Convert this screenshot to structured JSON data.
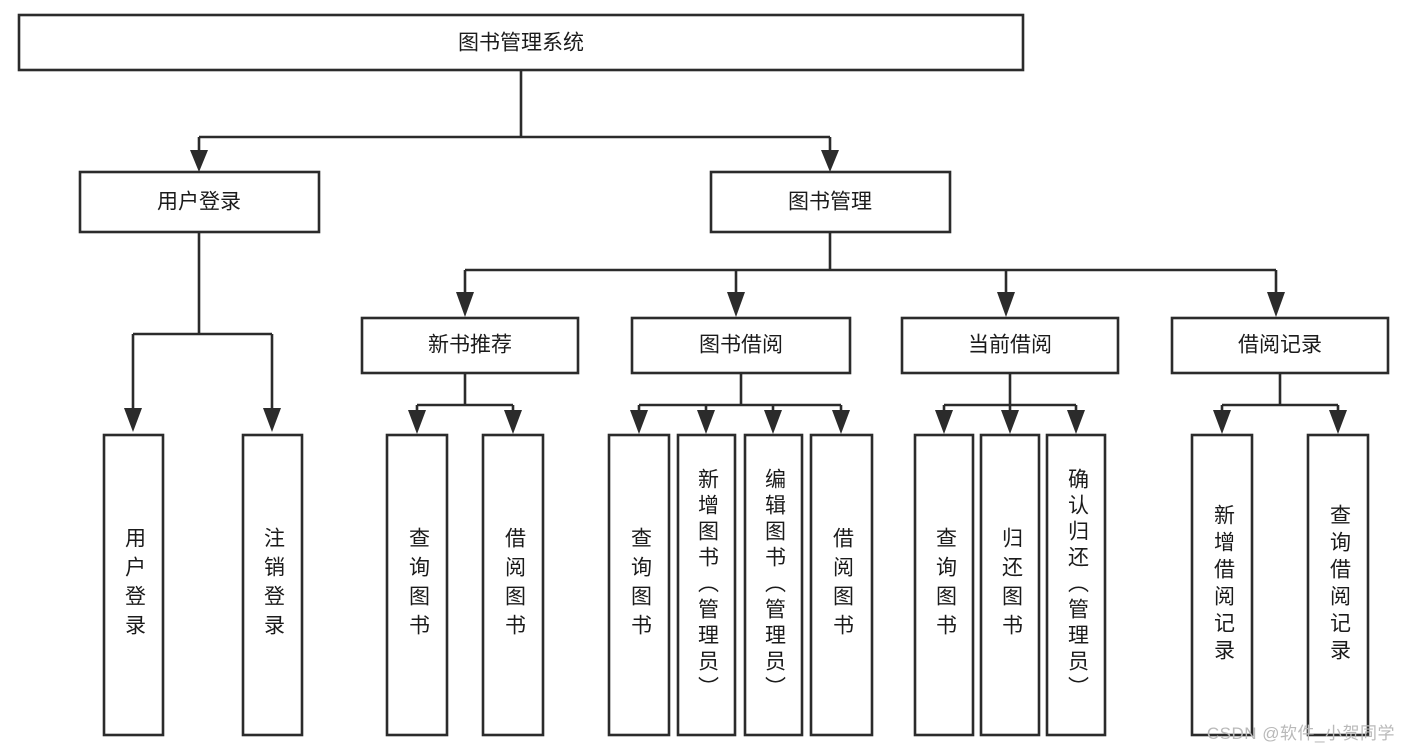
{
  "diagram": {
    "type": "tree-hierarchy",
    "title": "图书管理系统",
    "watermark": "CSDN @软件_小贺同学",
    "orientation": "top-down",
    "levels": 4,
    "nodes": {
      "root": {
        "label": "图书管理系统",
        "level": 1
      },
      "l2": [
        {
          "id": "user-login",
          "label": "用户登录",
          "level": 2
        },
        {
          "id": "book-manage",
          "label": "图书管理",
          "level": 2
        }
      ],
      "l3": [
        {
          "id": "new-book-rec",
          "label": "新书推荐",
          "level": 3,
          "parent": "book-manage"
        },
        {
          "id": "book-borrow",
          "label": "图书借阅",
          "level": 3,
          "parent": "book-manage"
        },
        {
          "id": "current-borrow",
          "label": "当前借阅",
          "level": 3,
          "parent": "book-manage"
        },
        {
          "id": "borrow-record",
          "label": "借阅记录",
          "level": 3,
          "parent": "book-manage"
        }
      ],
      "leaves": [
        {
          "id": "leaf-user-login",
          "label": "用户登录",
          "parent": "user-login"
        },
        {
          "id": "leaf-user-logout",
          "label": "注销登录",
          "parent": "user-login"
        },
        {
          "id": "leaf-query-book-1",
          "label": "查询图书",
          "parent": "new-book-rec"
        },
        {
          "id": "leaf-borrow-book-1",
          "label": "借阅图书",
          "parent": "new-book-rec"
        },
        {
          "id": "leaf-query-book-2",
          "label": "查询图书",
          "parent": "book-borrow"
        },
        {
          "id": "leaf-add-book",
          "label": "新增图书（管理员）",
          "parent": "book-borrow"
        },
        {
          "id": "leaf-edit-book",
          "label": "编辑图书（管理员）",
          "parent": "book-borrow"
        },
        {
          "id": "leaf-borrow-book-2",
          "label": "借阅图书",
          "parent": "book-borrow"
        },
        {
          "id": "leaf-query-book-3",
          "label": "查询图书",
          "parent": "current-borrow"
        },
        {
          "id": "leaf-return-book",
          "label": "归还图书",
          "parent": "current-borrow"
        },
        {
          "id": "leaf-confirm-return",
          "label": "确认归还（管理员）",
          "parent": "current-borrow"
        },
        {
          "id": "leaf-add-record",
          "label": "新增借阅记录",
          "parent": "borrow-record"
        },
        {
          "id": "leaf-query-record",
          "label": "查询借阅记录",
          "parent": "borrow-record"
        }
      ]
    },
    "colors": {
      "box_stroke": "#2b2b2b",
      "box_fill": "#ffffff",
      "text": "#1b1b1b",
      "connector": "#2b2b2b",
      "background": "#ffffff",
      "watermark": "#b9b9b9"
    }
  }
}
